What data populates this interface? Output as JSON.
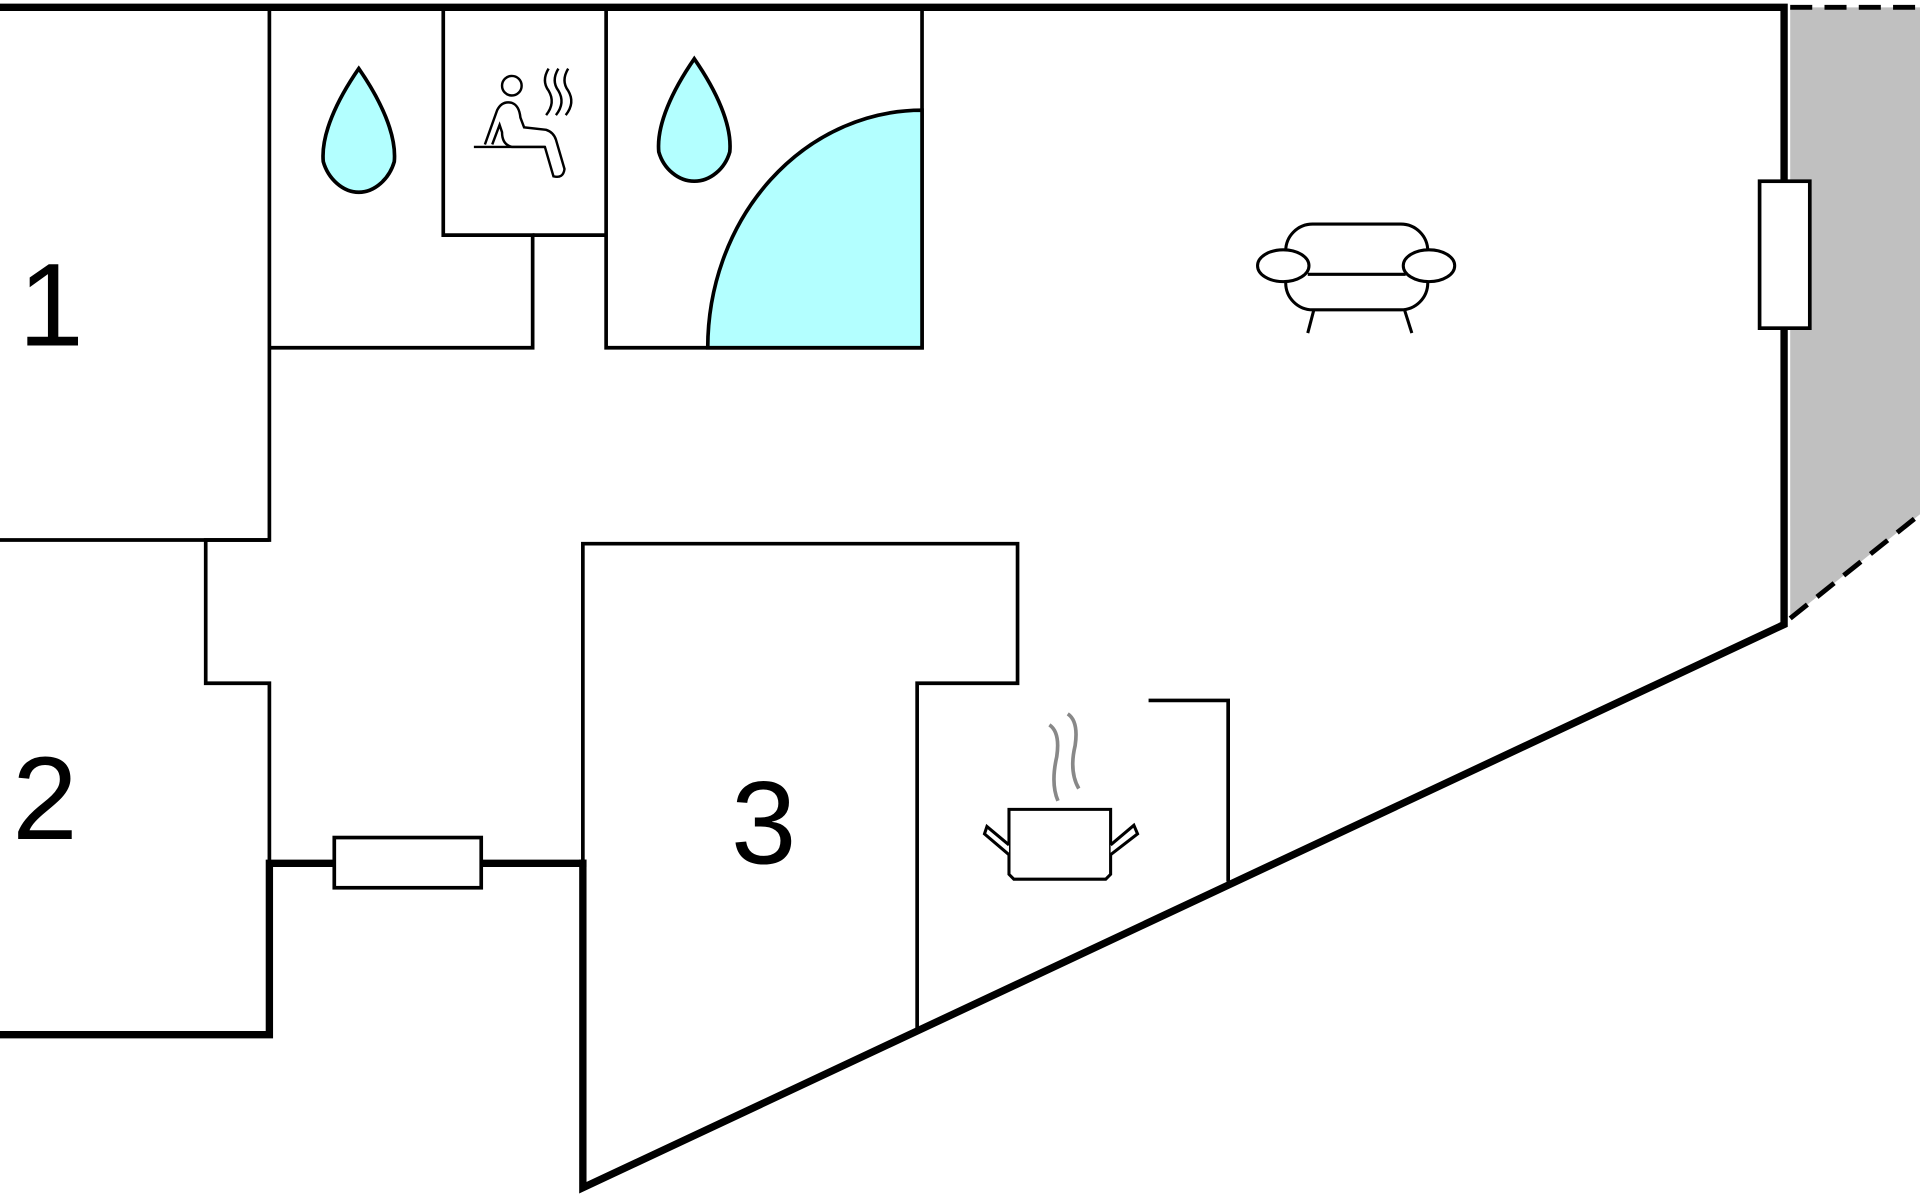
{
  "plan": {
    "rooms": [
      {
        "label": "1"
      },
      {
        "label": "2"
      },
      {
        "label": "3"
      }
    ],
    "icons": [
      "water-drop-icon",
      "sauna-icon",
      "water-drop-icon",
      "shower-icon",
      "sofa-icon",
      "cooking-pot-icon",
      "window-icon"
    ],
    "colors": {
      "water": "#b3ffff",
      "terrace": "#c0c0c0",
      "steam": "#888888"
    }
  }
}
